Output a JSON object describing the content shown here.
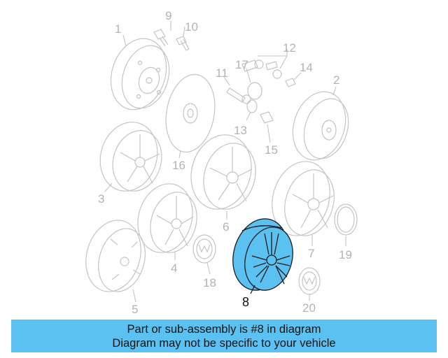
{
  "diagram": {
    "highlighted_part": "8",
    "highlight_color": "#5bc1f0",
    "callouts": [
      "1",
      "2",
      "3",
      "4",
      "5",
      "6",
      "7",
      "8",
      "9",
      "10",
      "11",
      "12",
      "13",
      "14",
      "15",
      "16",
      "17",
      "18",
      "19",
      "20"
    ]
  },
  "banner": {
    "line1": "Part or sub-assembly is #8 in diagram",
    "line2": "Diagram may not be specific to your vehicle",
    "background": "#5bc1f0"
  }
}
